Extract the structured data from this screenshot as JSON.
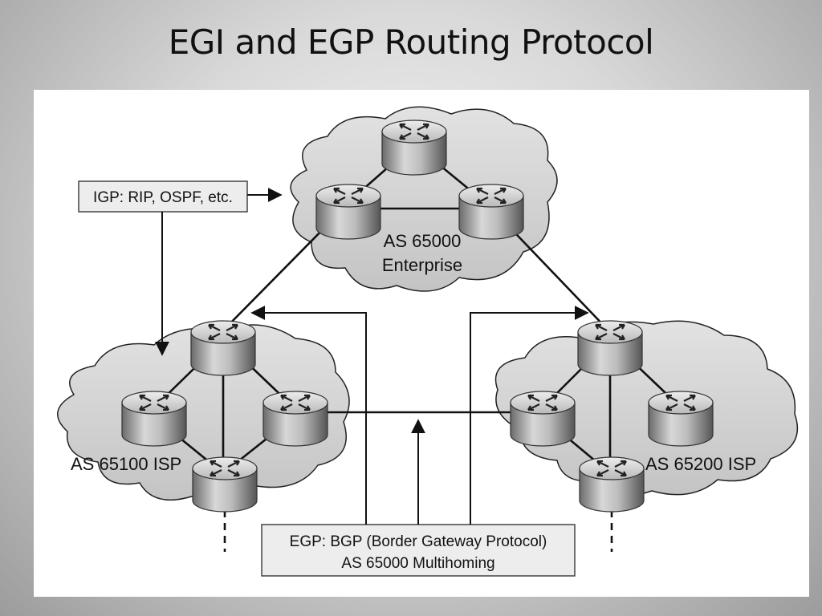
{
  "slide": {
    "title": "EGI and EGP Routing Protocol"
  },
  "diagram": {
    "autonomous_systems": [
      {
        "id": "enterprise",
        "lines": [
          "AS 65000",
          "Enterprise"
        ]
      },
      {
        "id": "isp1",
        "lines": [
          "AS 65100 ISP"
        ]
      },
      {
        "id": "isp2",
        "lines": [
          "AS 65200 ISP"
        ]
      }
    ],
    "igp_label": "IGP: RIP, OSPF, etc.",
    "egp_label": {
      "line1": "EGP: BGP (Border Gateway Protocol)",
      "line2": "AS 65000 Multihoming"
    }
  }
}
